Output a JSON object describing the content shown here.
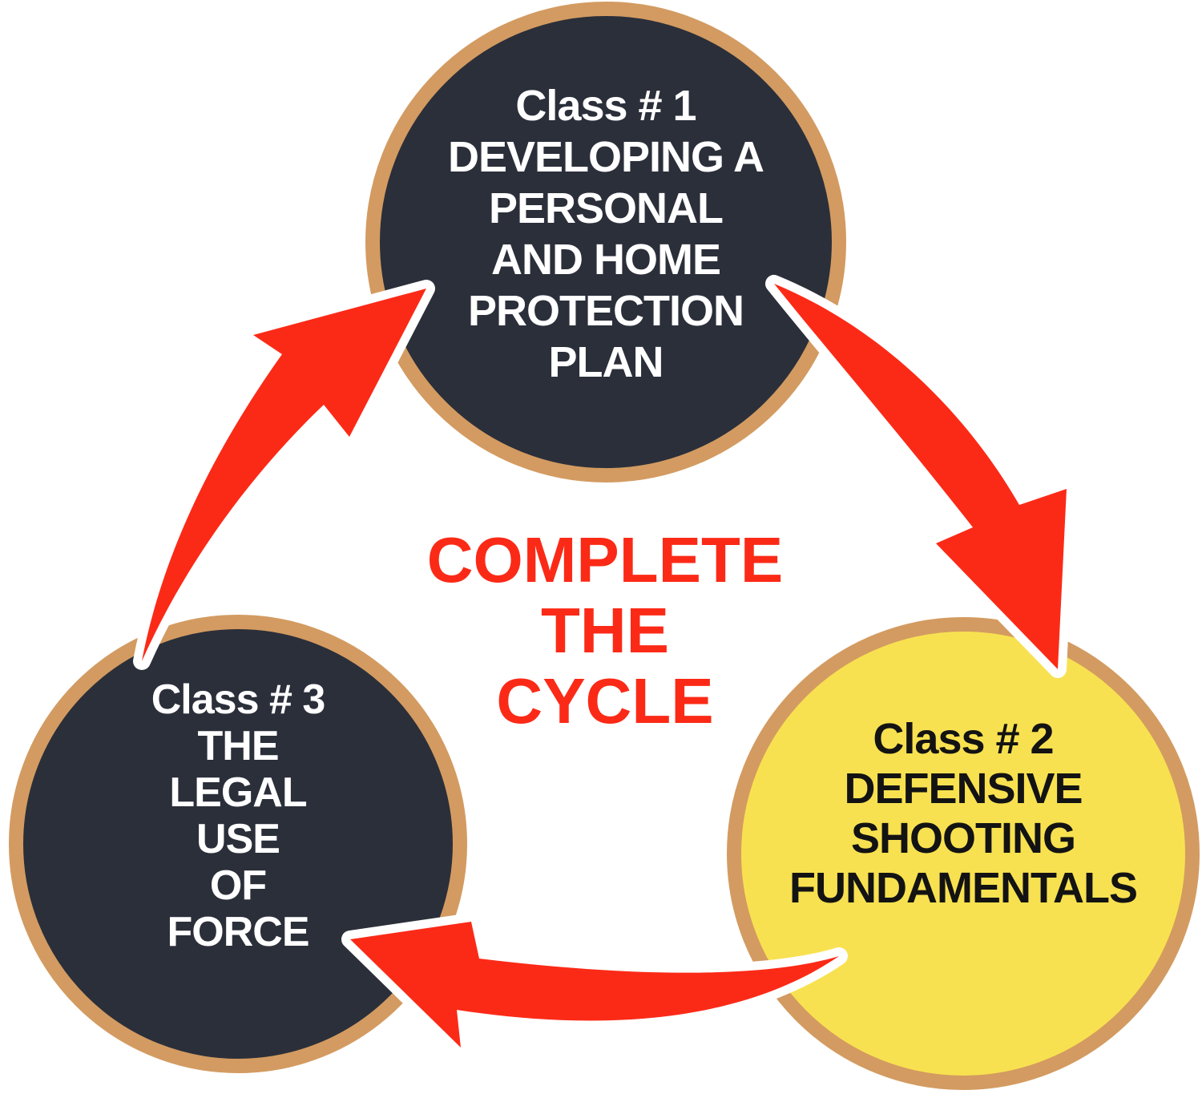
{
  "center_label": {
    "lines": [
      "COMPLETE",
      "THE",
      "CYCLE"
    ]
  },
  "circles": [
    {
      "name": "class-1",
      "lines": [
        "Class # 1",
        "DEVELOPING A",
        "PERSONAL",
        "AND HOME",
        "PROTECTION",
        "PLAN"
      ]
    },
    {
      "name": "class-2",
      "lines": [
        "Class # 2",
        "DEFENSIVE",
        "SHOOTING",
        "FUNDAMENTALS"
      ]
    },
    {
      "name": "class-3",
      "lines": [
        "Class # 3",
        "THE",
        "LEGAL",
        "USE",
        "OF",
        "FORCE"
      ]
    }
  ],
  "arrows": [
    {
      "name": "arrow-class1-to-class2",
      "from": "class-1",
      "to": "class-2"
    },
    {
      "name": "arrow-class2-to-class3",
      "from": "class-2",
      "to": "class-3"
    },
    {
      "name": "arrow-class3-to-class1",
      "from": "class-3",
      "to": "class-1"
    }
  ],
  "colors": {
    "background": "#ffffff",
    "dark_circle_fill": "#2b2f3a",
    "yellow_circle_fill": "#f8e150",
    "circle_border": "#d39b61",
    "arrow_red": "#fb2a17",
    "arrow_outline": "#ffffff",
    "light_text": "#ffffff",
    "dark_text": "#131313",
    "center_text": "#fb2a17"
  }
}
